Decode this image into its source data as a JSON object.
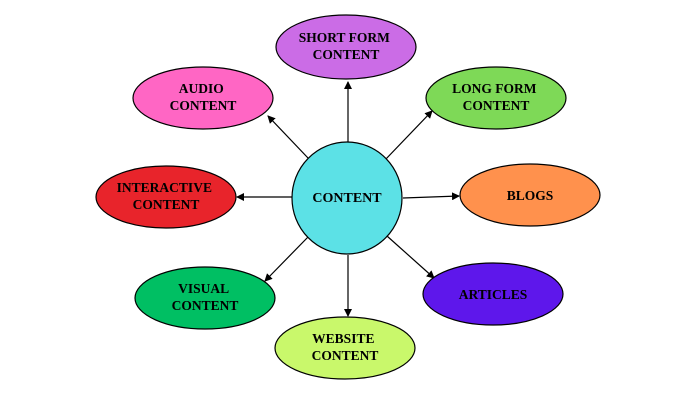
{
  "center": {
    "lines": [
      "CONTENT"
    ],
    "color": "#5ce1e6"
  },
  "nodes": [
    {
      "id": "short-form",
      "lines": [
        "SHORT FORM",
        "CONTENT"
      ],
      "color": "#cb6ce6"
    },
    {
      "id": "long-form",
      "lines": [
        "LONG FORM",
        "CONTENT"
      ],
      "color": "#7ed957"
    },
    {
      "id": "blogs",
      "lines": [
        "BLOGS"
      ],
      "color": "#ff914d"
    },
    {
      "id": "articles",
      "lines": [
        "ARTICLES"
      ],
      "color": "#5e17eb"
    },
    {
      "id": "website",
      "lines": [
        "WEBSITE",
        "CONTENT"
      ],
      "color": "#c9f86b"
    },
    {
      "id": "visual",
      "lines": [
        "VISUAL",
        "CONTENT"
      ],
      "color": "#00bf63"
    },
    {
      "id": "interactive",
      "lines": [
        "INTERACTIVE",
        "CONTENT"
      ],
      "color": "#e8242b"
    },
    {
      "id": "audio",
      "lines": [
        "AUDIO",
        "CONTENT"
      ],
      "color": "#ff66c4"
    }
  ],
  "stroke_color": "#000000"
}
